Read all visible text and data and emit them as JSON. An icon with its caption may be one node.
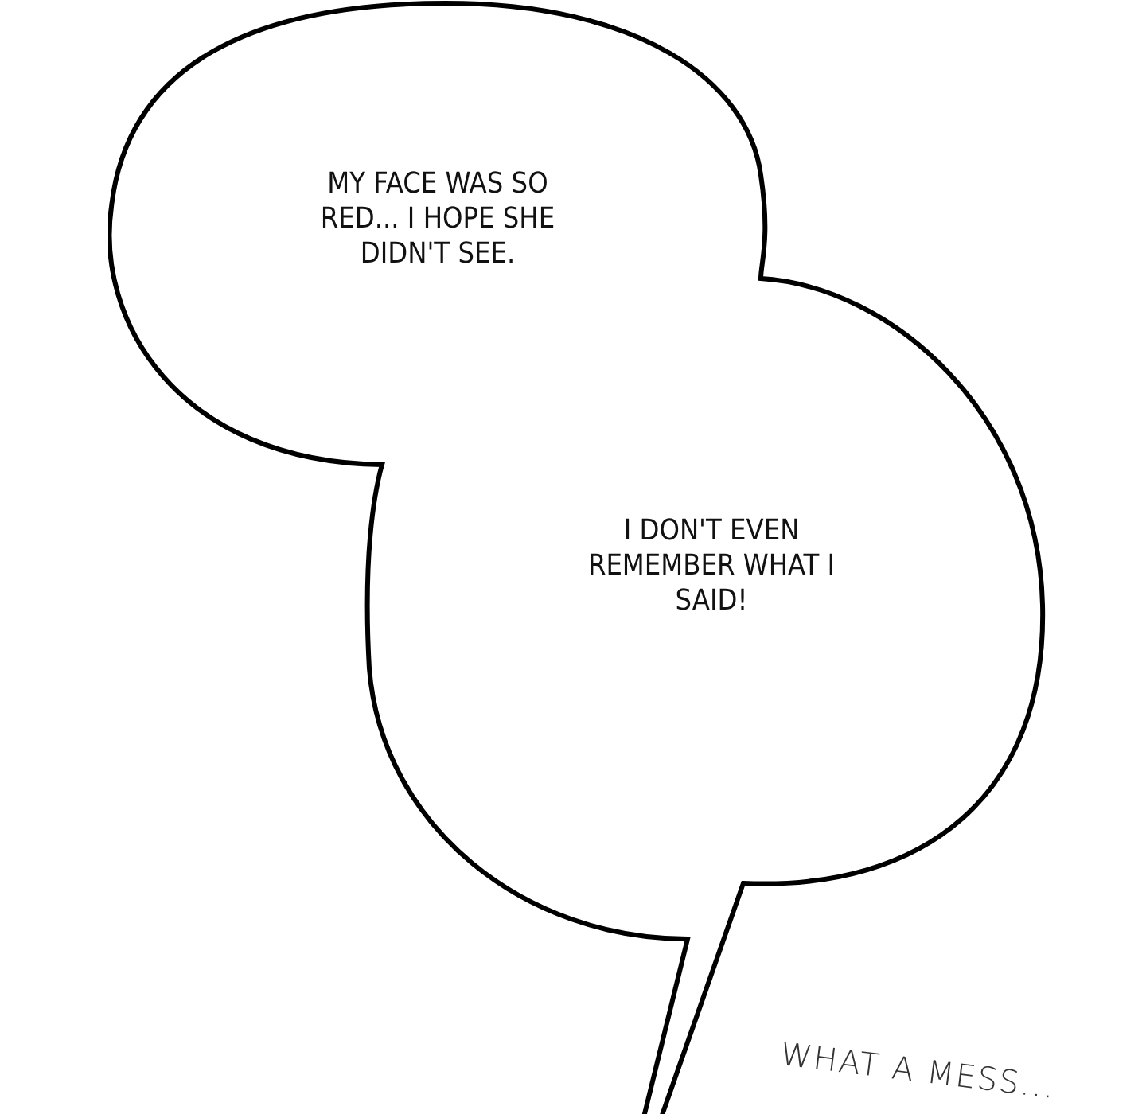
{
  "diagram": {
    "nodes": [
      {
        "text": [
          "MY FACE WAS SO RED... I HOPE SHE DIDN'T SEE.",
          "I DON'T EVEN REMEMBER WHAT I SAID!"
        ]
      }
    ],
    "labels": [
      "WHAT A MESS..."
    ]
  }
}
